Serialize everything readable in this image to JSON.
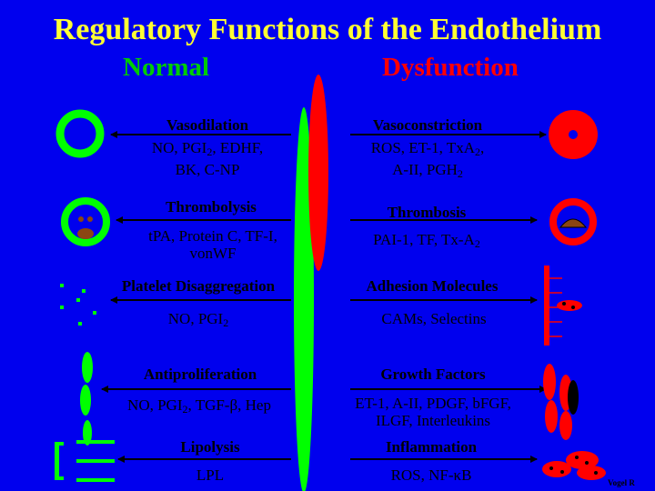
{
  "slide": {
    "title": "Regulatory Functions of the Endothelium",
    "normal_heading": "Normal",
    "dysfunction_heading": "Dysfunction",
    "credit": "Vogel R"
  },
  "colors": {
    "background": "#0000EE",
    "title": "#FFFF33",
    "normal_heading": "#00CC00",
    "dysfunction_heading": "#FF0000",
    "normal_shape": "#00FF00",
    "dysfunction_shape": "#FF0000",
    "cell_dot": "#8B4513",
    "arrow": "#000000"
  },
  "rows": [
    {
      "normal": [
        "Vasodilation",
        "NO, PGI2, EDHF, BK, C-NP"
      ],
      "dysfunction": [
        "Vasoconstriction",
        "ROS, ET-1, TxA2, A-II, PGH2"
      ]
    },
    {
      "normal": [
        "Thrombolysis",
        "tPA, Protein C, TF-I, vonWF"
      ],
      "dysfunction": [
        "Thrombosis",
        "PAI-1, TF, Tx-A2"
      ]
    },
    {
      "normal": [
        "Platelet Disaggregation",
        "NO, PGI2"
      ],
      "dysfunction": [
        "Adhesion Molecules",
        "CAMs, Selectins"
      ]
    },
    {
      "normal": [
        "Antiproliferation",
        "NO, PGI2, TGF-β, Hep"
      ],
      "dysfunction": [
        "Growth Factors",
        "ET-1, A-II, PDGF, bFGF, ILGF, Interleukins"
      ]
    },
    {
      "normal": [
        "Lipolysis",
        "LPL"
      ],
      "dysfunction": [
        "Inflammation",
        "ROS, NF-κB"
      ]
    }
  ]
}
